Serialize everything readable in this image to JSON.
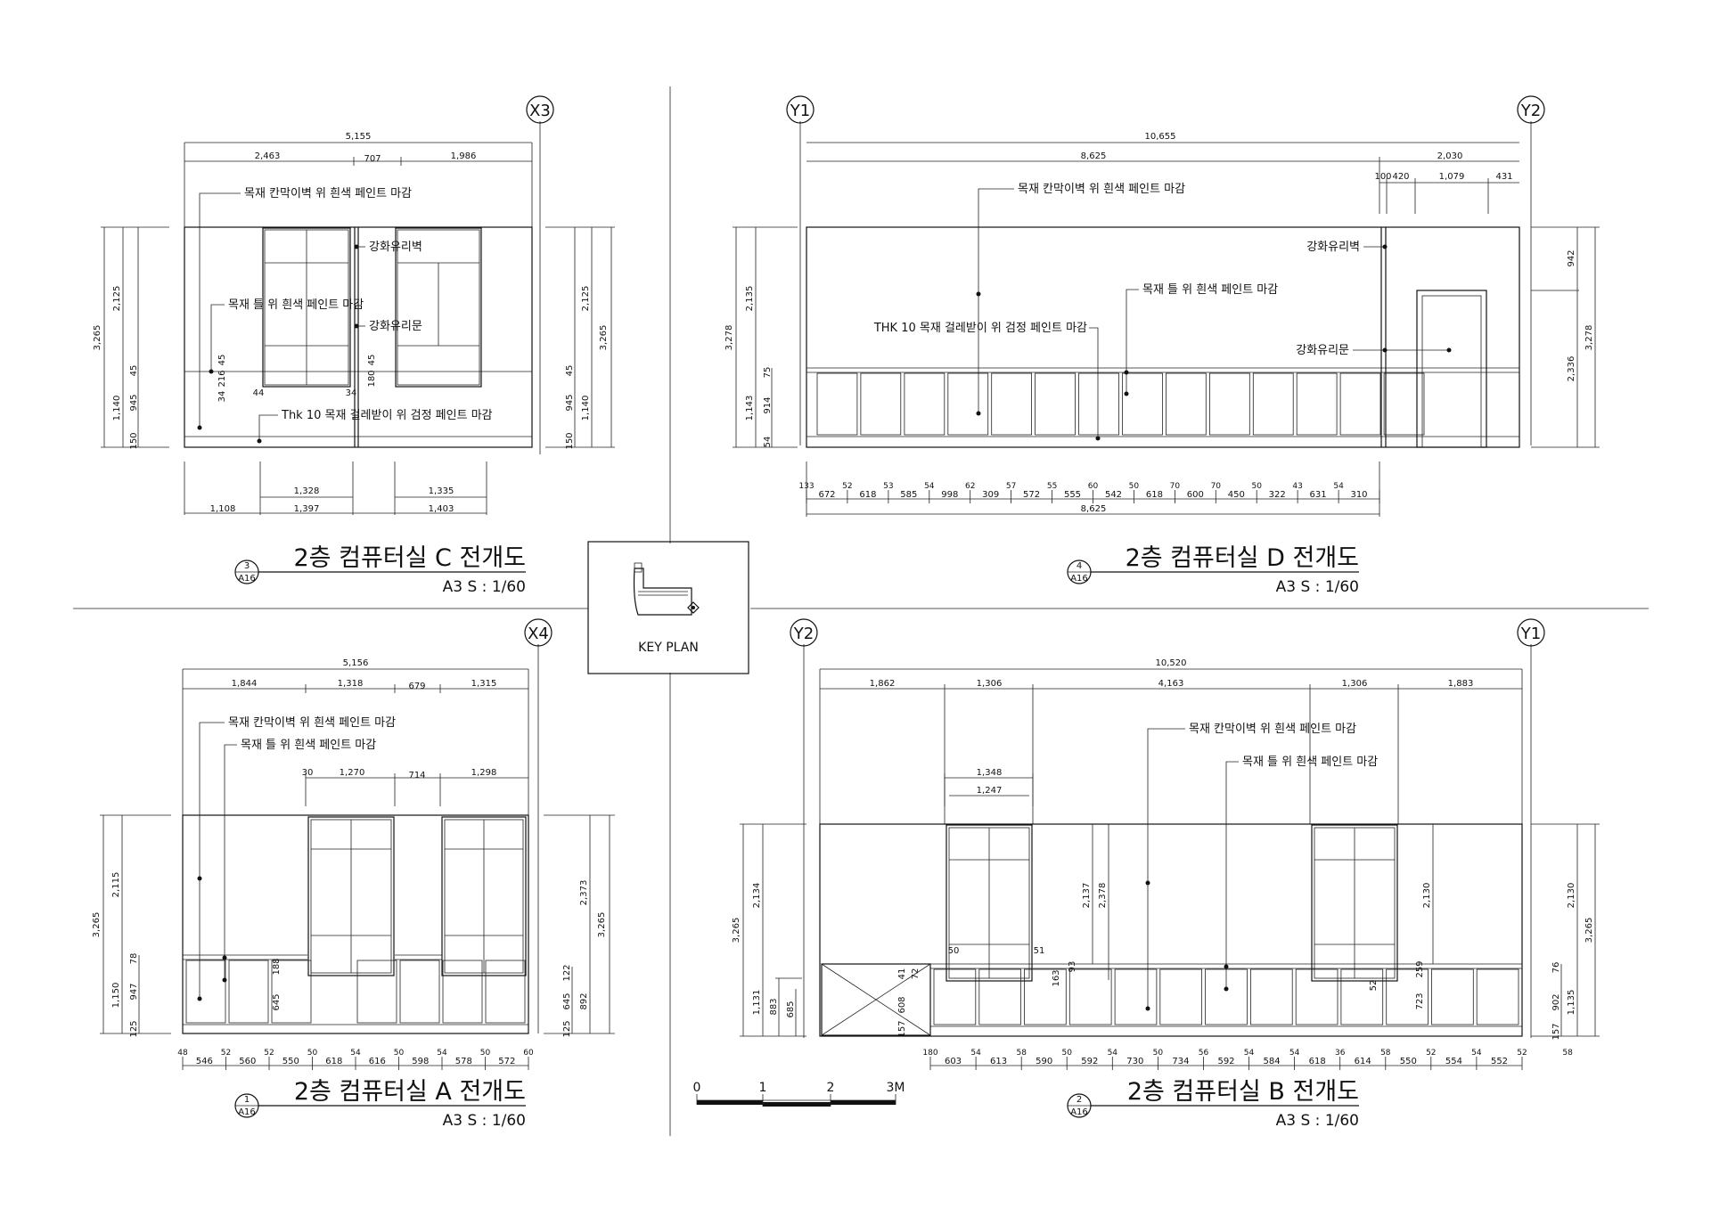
{
  "panels": [
    {
      "id": "C",
      "title": "2층 컴퓨터실 C 전개도",
      "scale": "A3 S : 1/60",
      "ref_num": "3",
      "ref_sheet": "A16",
      "grid_bubbles": [
        "X3"
      ],
      "overall_width": "5,155",
      "top_dims": [
        "2,463",
        "707",
        "1,986"
      ],
      "left_height": "3,265",
      "left_parts": [
        "2,125",
        "1,140"
      ],
      "left_sub": [
        "945",
        "150",
        "45"
      ],
      "right_height": "3,265",
      "right_parts": [
        "2,125",
        "1,140"
      ],
      "right_sub": [
        "945",
        "150",
        "45"
      ],
      "inner_dims": [
        "45",
        "216",
        "34",
        "44",
        "34",
        "180",
        "45"
      ],
      "bottom_dims_upper": [
        "1,328",
        "1,335"
      ],
      "bottom_dims_lower": [
        "1,108",
        "1,397",
        "1,403"
      ],
      "notes": [
        "목재 칸막이벽 위 흰색 페인트 마감",
        "강화유리벽",
        "목재 틀 위 흰색 페인트 마감",
        "강화유리문",
        "Thk 10 목재 걸레받이 위 검정 페인트 마감"
      ]
    },
    {
      "id": "D",
      "title": "2층 컴퓨터실 D 전개도",
      "scale": "A3 S : 1/60",
      "ref_num": "4",
      "ref_sheet": "A16",
      "grid_bubbles": [
        "Y1",
        "Y2"
      ],
      "overall_width": "10,655",
      "top_dims": [
        "8,625",
        "2,030"
      ],
      "top_sub_dims": [
        "100",
        "420",
        "1,079",
        "431"
      ],
      "left_height": "3,278",
      "left_parts": [
        "2,135",
        "1,143"
      ],
      "left_sub": [
        "914",
        "54",
        "75"
      ],
      "right_height": "3,278",
      "right_parts": [
        "942",
        "2,336"
      ],
      "bottom_small": [
        "133",
        "52",
        "53",
        "54",
        "62",
        "57",
        "55",
        "60",
        "50",
        "70",
        "70",
        "50",
        "43",
        "54"
      ],
      "bottom_dims": [
        "672",
        "618",
        "585",
        "998",
        "309",
        "572",
        "555",
        "542",
        "618",
        "600",
        "450",
        "322",
        "631",
        "310"
      ],
      "bottom_total": "8,625",
      "notes": [
        "목재 칸막이벽 위 흰색 페인트 마감",
        "강화유리벽",
        "목재 틀 위 흰색 페인트 마감",
        "THK 10 목재 걸레받이 위 검정 페인트 마감",
        "강화유리문"
      ]
    },
    {
      "id": "A",
      "title": "2층 컴퓨터실 A 전개도",
      "scale": "A3 S : 1/60",
      "ref_num": "1",
      "ref_sheet": "A16",
      "grid_bubbles": [
        "X4"
      ],
      "overall_width": "5,156",
      "top_dims": [
        "1,844",
        "1,318",
        "679",
        "1,315"
      ],
      "top_sub_dims": [
        "30",
        "1,270",
        "714",
        "1,298"
      ],
      "left_height": "3,265",
      "left_parts": [
        "2,115",
        "1,150"
      ],
      "left_sub": [
        "947",
        "125",
        "78"
      ],
      "right_height": "3,265",
      "right_parts": [
        "2,373",
        "892"
      ],
      "right_sub": [
        "645",
        "125",
        "122"
      ],
      "inner_dims": [
        "188",
        "645"
      ],
      "bottom_small": [
        "48",
        "52",
        "52",
        "50",
        "54",
        "50",
        "54",
        "50",
        "60"
      ],
      "bottom_dims": [
        "546",
        "560",
        "550",
        "618",
        "616",
        "598",
        "578",
        "572"
      ],
      "notes": [
        "목재 칸막이벽 위 흰색 페인트 마감",
        "목재 틀 위 흰색 페인트 마감"
      ]
    },
    {
      "id": "B",
      "title": "2층 컴퓨터실 B 전개도",
      "scale": "A3 S : 1/60",
      "ref_num": "2",
      "ref_sheet": "A16",
      "grid_bubbles": [
        "Y2",
        "Y1"
      ],
      "overall_width": "10,520",
      "top_dims": [
        "1,862",
        "1,306",
        "4,163",
        "1,306",
        "1,883"
      ],
      "window_dims": [
        "1,348",
        "1,247"
      ],
      "left_height": "3,265",
      "left_parts": [
        "2,134",
        "1,131"
      ],
      "left_sub": [
        "883",
        "685",
        "157",
        "608",
        "41",
        "72"
      ],
      "right_height": "3,265",
      "right_parts": [
        "2,130",
        "1,135"
      ],
      "right_sub": [
        "902",
        "157",
        "76"
      ],
      "inner_dims": [
        "2,137",
        "2,378",
        "50",
        "51",
        "163",
        "2,130",
        "259",
        "723",
        "52",
        "93"
      ],
      "bottom_small": [
        "180",
        "54",
        "58",
        "50",
        "54",
        "50",
        "56",
        "54",
        "54",
        "36",
        "58",
        "52",
        "54",
        "52",
        "58"
      ],
      "bottom_dims": [
        "603",
        "613",
        "590",
        "592",
        "730",
        "734",
        "592",
        "584",
        "618",
        "614",
        "550",
        "554",
        "552"
      ],
      "notes": [
        "목재 칸막이벽 위 흰색 페인트 마감",
        "목재 틀 위 흰색 페인트 마감"
      ]
    }
  ],
  "key_plan": {
    "label": "KEY PLAN"
  },
  "scale_bar": {
    "labels": [
      "0",
      "1",
      "2",
      "3M"
    ]
  }
}
